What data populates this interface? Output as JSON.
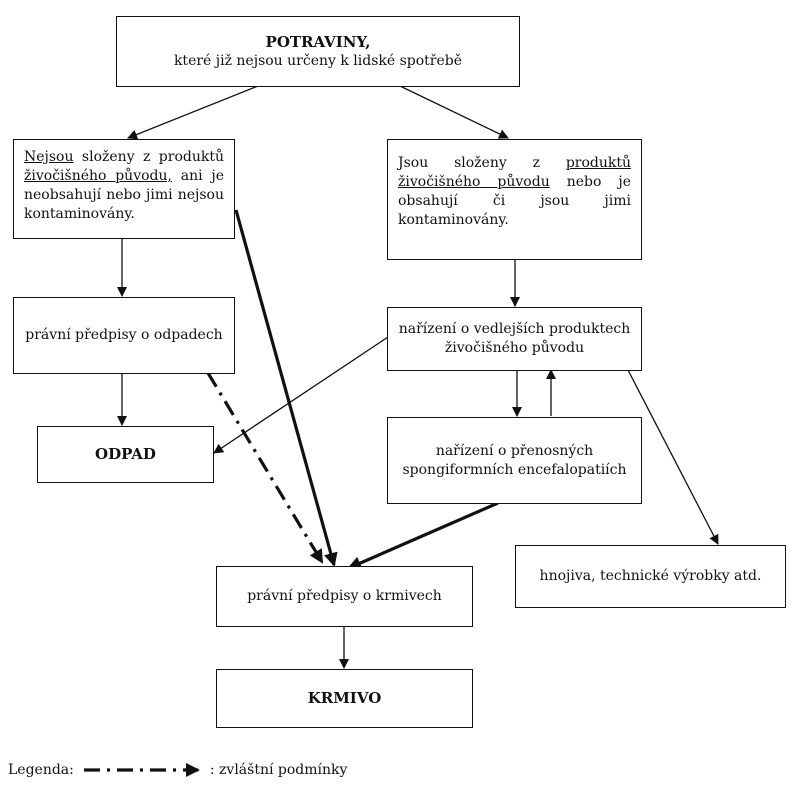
{
  "top": {
    "title": "POTRAVINY,",
    "subtitle": "které již nejsou určeny k lidské spotřebě"
  },
  "left_branch": {
    "lead": "Nejsou",
    "t1": " složeny z produktů ",
    "u2": "živočišného původu,",
    "t2": " ani je neobsahují nebo jimi nejsou kontaminovány."
  },
  "right_branch": {
    "t1": "Jsou složeny z ",
    "u1": "produktů živočišného původu",
    "t2": " nebo je obsahují či jsou jimi kontaminovány."
  },
  "waste_rules": "právní předpisy o odpadech",
  "abp_regulation": "nařízení o vedlejších produktech živočišného původu",
  "waste": "ODPAD",
  "tse_regulation": "nařízení o přenosných spongiformních encefalopatiích",
  "fertilizers": "hnojiva, technické výrobky atd.",
  "feed_rules": "právní předpisy o krmivech",
  "feed": "KRMIVO",
  "legend": {
    "label": "Legenda:",
    "text": ": zvláštní podmínky"
  }
}
